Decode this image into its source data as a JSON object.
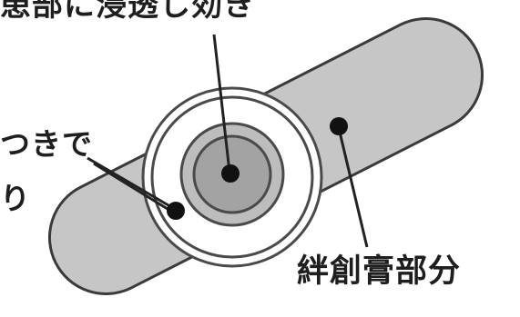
{
  "labels": {
    "top_partial": "患部に浸透し効き",
    "left_partial_line1": "つきで",
    "left_partial_line2": "り",
    "bandage_part": "絆創膏部分"
  },
  "colors": {
    "band_fill": "#c6c6c6",
    "outline": "#3a3a3a",
    "ring_fill": "#ffffff",
    "pad_outer": "#bdbdbd",
    "pad_inner": "#a3a3a3",
    "marker": "#111111"
  }
}
